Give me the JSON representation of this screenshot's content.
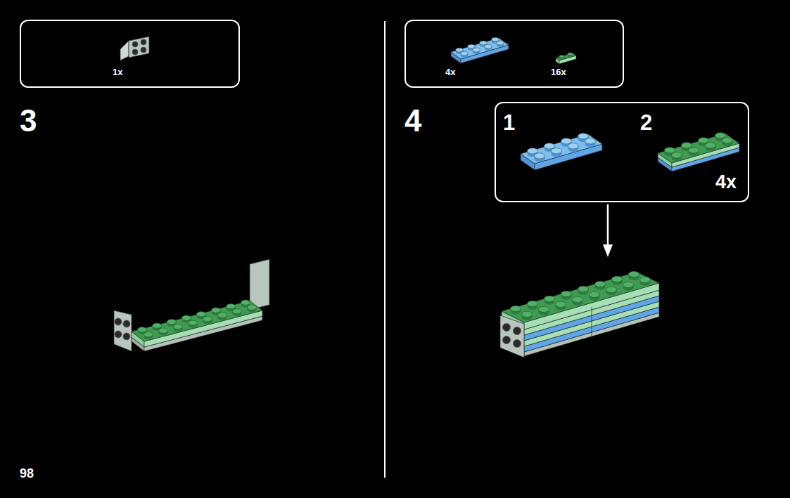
{
  "diagram": {
    "nodes": [
      {
        "text": [
          "1x"
        ]
      },
      {
        "text": [
          "4x",
          "16x"
        ]
      },
      {
        "text": [
          "1",
          "2",
          "4x"
        ]
      }
    ],
    "labels": [
      "3",
      "4",
      "98"
    ]
  }
}
